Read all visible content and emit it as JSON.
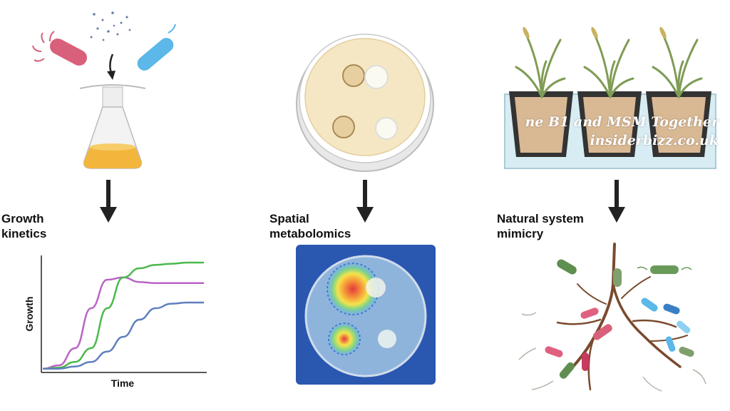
{
  "columns": [
    {
      "id": "col1",
      "caption": "Growth\nkinetics"
    },
    {
      "id": "col2",
      "caption": "Spatial\nmetabolomics"
    },
    {
      "id": "col3",
      "caption": "Natural system\nmimicry"
    }
  ],
  "chart": {
    "xlabel": "Time",
    "ylabel": "Growth"
  },
  "watermark": {
    "line1": "ne B1 and MSM Together",
    "line2": "insiderbizz.co.uk"
  },
  "colors": {
    "pink": "#d9607a",
    "blue": "#5bb8e8",
    "green": "#4cb84a",
    "purple": "#b865c4",
    "steel": "#5f7fbf",
    "plate": "#f6e7c4",
    "heatmap_bg": "#2a57b0"
  },
  "chart_data": {
    "type": "line",
    "xlabel": "Time",
    "ylabel": "Growth",
    "series": [
      {
        "color": "purple",
        "x": [
          0,
          1,
          2,
          3,
          4,
          5,
          6,
          7,
          8,
          9,
          10
        ],
        "values": [
          0.02,
          0.05,
          0.2,
          0.55,
          0.8,
          0.82,
          0.78,
          0.77,
          0.77,
          0.77,
          0.77
        ]
      },
      {
        "color": "green",
        "x": [
          0,
          1,
          2,
          3,
          4,
          5,
          6,
          7,
          8,
          9,
          10
        ],
        "values": [
          0.02,
          0.03,
          0.08,
          0.2,
          0.55,
          0.82,
          0.9,
          0.93,
          0.94,
          0.95,
          0.95
        ]
      },
      {
        "color": "steel",
        "x": [
          0,
          1,
          2,
          3,
          4,
          5,
          6,
          7,
          8,
          9,
          10
        ],
        "values": [
          0.02,
          0.02,
          0.04,
          0.08,
          0.17,
          0.3,
          0.45,
          0.55,
          0.59,
          0.6,
          0.6
        ]
      }
    ],
    "ylim": [
      0,
      1
    ],
    "xlim": [
      0,
      10
    ],
    "grid": false,
    "legend": "none"
  }
}
